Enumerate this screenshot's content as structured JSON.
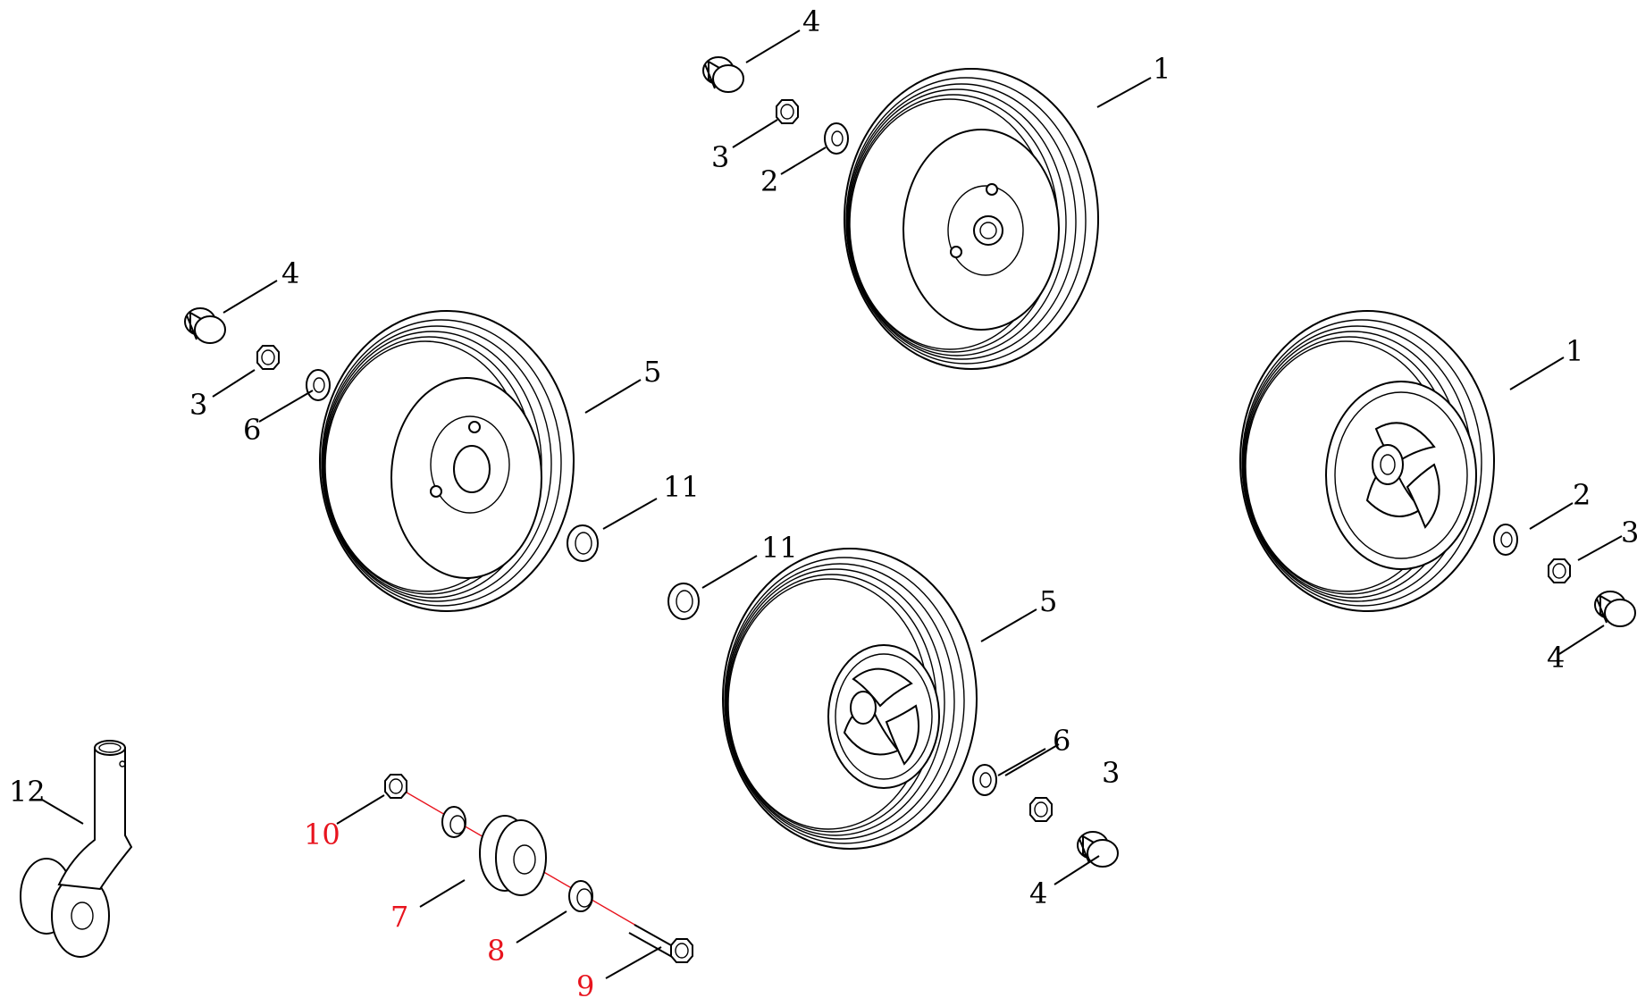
{
  "colors": {
    "line": "#000000",
    "highlight": "#e8141e",
    "background": "#ffffff"
  },
  "labels": [
    {
      "id": "lbl-1-top",
      "text": "1"
    },
    {
      "id": "lbl-1-right",
      "text": "1"
    },
    {
      "id": "lbl-2-top",
      "text": "2"
    },
    {
      "id": "lbl-2-right",
      "text": "2"
    },
    {
      "id": "lbl-3-top",
      "text": "3"
    },
    {
      "id": "lbl-3-left",
      "text": "3"
    },
    {
      "id": "lbl-3-right",
      "text": "3"
    },
    {
      "id": "lbl-3-bottom",
      "text": "3"
    },
    {
      "id": "lbl-4-top",
      "text": "4"
    },
    {
      "id": "lbl-4-left",
      "text": "4"
    },
    {
      "id": "lbl-4-right",
      "text": "4"
    },
    {
      "id": "lbl-4-bottom",
      "text": "4"
    },
    {
      "id": "lbl-5-left",
      "text": "5"
    },
    {
      "id": "lbl-5-center",
      "text": "5"
    },
    {
      "id": "lbl-6-left",
      "text": "6"
    },
    {
      "id": "lbl-6-center",
      "text": "6"
    },
    {
      "id": "lbl-7",
      "text": "7"
    },
    {
      "id": "lbl-8",
      "text": "8"
    },
    {
      "id": "lbl-9",
      "text": "9"
    },
    {
      "id": "lbl-10",
      "text": "10"
    },
    {
      "id": "lbl-11-left",
      "text": "11"
    },
    {
      "id": "lbl-11-center",
      "text": "11"
    },
    {
      "id": "lbl-12",
      "text": "12"
    }
  ]
}
